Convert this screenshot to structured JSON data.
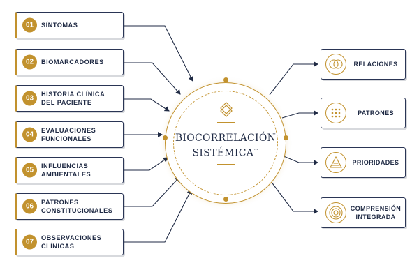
{
  "inputs": [
    {
      "num": "01",
      "lines": [
        "SÍNTOMAS"
      ]
    },
    {
      "num": "02",
      "lines": [
        "BIOMARCADORES"
      ]
    },
    {
      "num": "03",
      "lines": [
        "HISTORIA CLÍNICA",
        "DEL PACIENTE"
      ]
    },
    {
      "num": "04",
      "lines": [
        "EVALUACIONES",
        "FUNCIONALES"
      ]
    },
    {
      "num": "05",
      "lines": [
        "INFLUENCIAS",
        "AMBIENTALES"
      ]
    },
    {
      "num": "06",
      "lines": [
        "PATRONES",
        "CONSTITUCIONALES"
      ]
    },
    {
      "num": "07",
      "lines": [
        "OBSERVACIONES",
        "CLÍNICAS"
      ]
    }
  ],
  "center": {
    "line1": "BIOCORRELACIÓN",
    "line2": "SISTÉMICA",
    "mark": "™",
    "icon": "diamond-knot-icon"
  },
  "outputs": [
    {
      "lines": [
        "RELACIONES"
      ],
      "icon": "overlap-circles-icon"
    },
    {
      "lines": [
        "PATRONES"
      ],
      "icon": "dot-grid-icon"
    },
    {
      "lines": [
        "PRIORIDADES"
      ],
      "icon": "triangle-icon"
    },
    {
      "lines": [
        "COMPRENSIÓN",
        "INTEGRADA"
      ],
      "icon": "concentric-circles-icon"
    }
  ],
  "colors": {
    "navy": "#1f2a44",
    "gold": "#c2922e"
  }
}
